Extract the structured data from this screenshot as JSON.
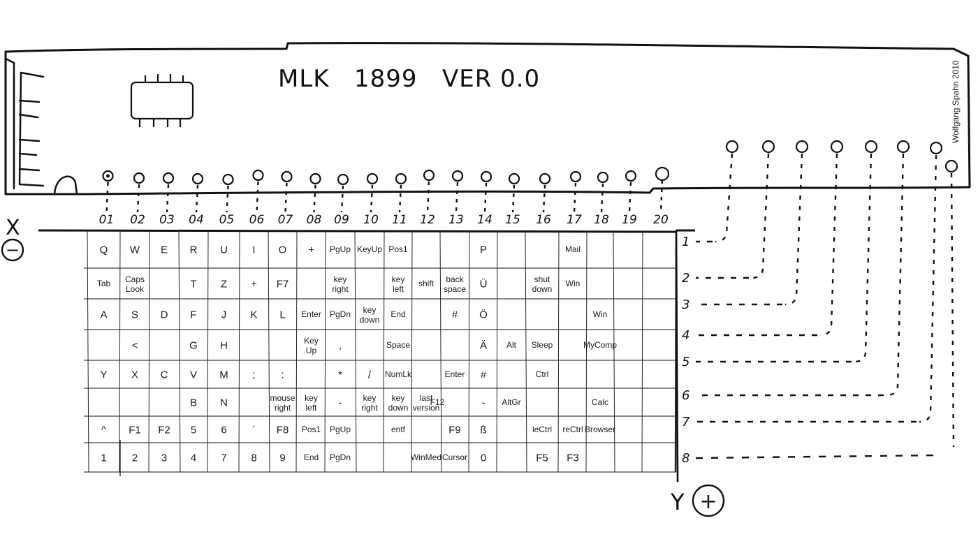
{
  "board": {
    "title": "MLK   1899   VER 0.0",
    "author": "Wolfgang Spahn 2010"
  },
  "axes": {
    "x_label": "X",
    "x_sign": "−",
    "y_label": "Y",
    "y_sign": "+"
  },
  "columns": [
    "01",
    "02",
    "03",
    "04",
    "05",
    "06",
    "07",
    "08",
    "09",
    "10",
    "11",
    "12",
    "13",
    "14",
    "15",
    "16",
    "17",
    "18",
    "19",
    "20"
  ],
  "rows": [
    "1",
    "2",
    "3",
    "4",
    "5",
    "6",
    "7",
    "8"
  ],
  "cells": [
    {
      "row": 1,
      "col": 1,
      "text": "Q"
    },
    {
      "row": 1,
      "col": 2,
      "text": "W"
    },
    {
      "row": 1,
      "col": 3,
      "text": "E"
    },
    {
      "row": 1,
      "col": 4,
      "text": "R"
    },
    {
      "row": 1,
      "col": 5,
      "text": "U"
    },
    {
      "row": 1,
      "col": 6,
      "text": "I"
    },
    {
      "row": 1,
      "col": 7,
      "text": "O"
    },
    {
      "row": 1,
      "col": 8,
      "text": "+"
    },
    {
      "row": 1,
      "col": 9,
      "text": "PgUp"
    },
    {
      "row": 1,
      "col": 10,
      "text": "KeyUp"
    },
    {
      "row": 1,
      "col": 11,
      "text": "Pos1"
    },
    {
      "row": 1,
      "col": 14,
      "text": "P"
    },
    {
      "row": 1,
      "col": 17,
      "text": "Mail"
    },
    {
      "row": 2,
      "col": 1,
      "text": "Tab"
    },
    {
      "row": 2,
      "col": 2,
      "text": "Caps\nLook"
    },
    {
      "row": 2,
      "col": 4,
      "text": "T"
    },
    {
      "row": 2,
      "col": 5,
      "text": "Z"
    },
    {
      "row": 2,
      "col": 6,
      "text": "+"
    },
    {
      "row": 2,
      "col": 7,
      "text": "F7"
    },
    {
      "row": 2,
      "col": 9,
      "text": "key\nright"
    },
    {
      "row": 2,
      "col": 11,
      "text": "key\nleft"
    },
    {
      "row": 2,
      "col": 12,
      "text": "shift"
    },
    {
      "row": 2,
      "col": 13,
      "text": "back\nspace"
    },
    {
      "row": 2,
      "col": 14,
      "text": "Ü"
    },
    {
      "row": 2,
      "col": 16,
      "text": "shut\ndown"
    },
    {
      "row": 2,
      "col": 17,
      "text": "Win"
    },
    {
      "row": 3,
      "col": 1,
      "text": "A"
    },
    {
      "row": 3,
      "col": 2,
      "text": "S"
    },
    {
      "row": 3,
      "col": 3,
      "text": "D"
    },
    {
      "row": 3,
      "col": 4,
      "text": "F"
    },
    {
      "row": 3,
      "col": 5,
      "text": "J"
    },
    {
      "row": 3,
      "col": 6,
      "text": "K"
    },
    {
      "row": 3,
      "col": 7,
      "text": "L"
    },
    {
      "row": 3,
      "col": 8,
      "text": "Enter"
    },
    {
      "row": 3,
      "col": 9,
      "text": "PgDn"
    },
    {
      "row": 3,
      "col": 10,
      "text": "key\ndown"
    },
    {
      "row": 3,
      "col": 11,
      "text": "End"
    },
    {
      "row": 3,
      "col": 13,
      "text": "#"
    },
    {
      "row": 3,
      "col": 14,
      "text": "Ö"
    },
    {
      "row": 3,
      "col": 18,
      "text": "Win"
    },
    {
      "row": 4,
      "col": 2,
      "text": "<"
    },
    {
      "row": 4,
      "col": 4,
      "text": "G"
    },
    {
      "row": 4,
      "col": 5,
      "text": "H"
    },
    {
      "row": 4,
      "col": 8,
      "text": "Key\nUp"
    },
    {
      "row": 4,
      "col": 9,
      "text": ","
    },
    {
      "row": 4,
      "col": 11,
      "text": "Space"
    },
    {
      "row": 4,
      "col": 14,
      "text": "Ä"
    },
    {
      "row": 4,
      "col": 15,
      "text": "Alt"
    },
    {
      "row": 4,
      "col": 16,
      "text": "Sleep"
    },
    {
      "row": 4,
      "col": 18,
      "text": "MyComp"
    },
    {
      "row": 5,
      "col": 1,
      "text": "Y"
    },
    {
      "row": 5,
      "col": 2,
      "text": "X"
    },
    {
      "row": 5,
      "col": 3,
      "text": "C"
    },
    {
      "row": 5,
      "col": 4,
      "text": "V"
    },
    {
      "row": 5,
      "col": 5,
      "text": "M"
    },
    {
      "row": 5,
      "col": 6,
      "text": ";"
    },
    {
      "row": 5,
      "col": 7,
      "text": ":"
    },
    {
      "row": 5,
      "col": 9,
      "text": "*"
    },
    {
      "row": 5,
      "col": 10,
      "text": "/"
    },
    {
      "row": 5,
      "col": 11,
      "text": "NumLk"
    },
    {
      "row": 5,
      "col": 13,
      "text": "Enter"
    },
    {
      "row": 5,
      "col": 14,
      "text": "#"
    },
    {
      "row": 5,
      "col": 16,
      "text": "Ctrl"
    },
    {
      "row": 6,
      "col": 4,
      "text": "B"
    },
    {
      "row": 6,
      "col": 5,
      "text": "N"
    },
    {
      "row": 6,
      "col": 7,
      "text": "mouse\nright"
    },
    {
      "row": 6,
      "col": 8,
      "text": "key\nleft"
    },
    {
      "row": 6,
      "col": 9,
      "text": "-"
    },
    {
      "row": 6,
      "col": 10,
      "text": "key\nright"
    },
    {
      "row": 6,
      "col": 11,
      "text": "key\ndown"
    },
    {
      "row": 6,
      "col": 12,
      "text": "last\nversion"
    },
    {
      "row": 6,
      "col": 12.4,
      "text": "F12"
    },
    {
      "row": 6,
      "col": 14,
      "text": "-"
    },
    {
      "row": 6,
      "col": 15,
      "text": "AltGr"
    },
    {
      "row": 6,
      "col": 18,
      "text": "Calc"
    },
    {
      "row": 7,
      "col": 1,
      "text": "^"
    },
    {
      "row": 7,
      "col": 2,
      "text": "F1"
    },
    {
      "row": 7,
      "col": 3,
      "text": "F2"
    },
    {
      "row": 7,
      "col": 4,
      "text": "5"
    },
    {
      "row": 7,
      "col": 5,
      "text": "6"
    },
    {
      "row": 7,
      "col": 6,
      "text": "´"
    },
    {
      "row": 7,
      "col": 7,
      "text": "F8"
    },
    {
      "row": 7,
      "col": 8,
      "text": "Pos1"
    },
    {
      "row": 7,
      "col": 9,
      "text": "PgUp"
    },
    {
      "row": 7,
      "col": 11,
      "text": "entf"
    },
    {
      "row": 7,
      "col": 13,
      "text": "F9"
    },
    {
      "row": 7,
      "col": 14,
      "text": "ß"
    },
    {
      "row": 7,
      "col": 16,
      "text": "leCtrl"
    },
    {
      "row": 7,
      "col": 17,
      "text": "reCtrl"
    },
    {
      "row": 7,
      "col": 18,
      "text": "Browser"
    },
    {
      "row": 8,
      "col": 1,
      "text": "1"
    },
    {
      "row": 8,
      "col": 2,
      "text": "2"
    },
    {
      "row": 8,
      "col": 3,
      "text": "3"
    },
    {
      "row": 8,
      "col": 4,
      "text": "4"
    },
    {
      "row": 8,
      "col": 5,
      "text": "7"
    },
    {
      "row": 8,
      "col": 6,
      "text": "8"
    },
    {
      "row": 8,
      "col": 7,
      "text": "9"
    },
    {
      "row": 8,
      "col": 8,
      "text": "End"
    },
    {
      "row": 8,
      "col": 9,
      "text": "PgDn"
    },
    {
      "row": 8,
      "col": 12,
      "text": "WinMed"
    },
    {
      "row": 8,
      "col": 13,
      "text": "Cursor"
    },
    {
      "row": 8,
      "col": 14,
      "text": "0"
    },
    {
      "row": 8,
      "col": 16,
      "text": "F5"
    },
    {
      "row": 8,
      "col": 17,
      "text": "F3"
    }
  ]
}
